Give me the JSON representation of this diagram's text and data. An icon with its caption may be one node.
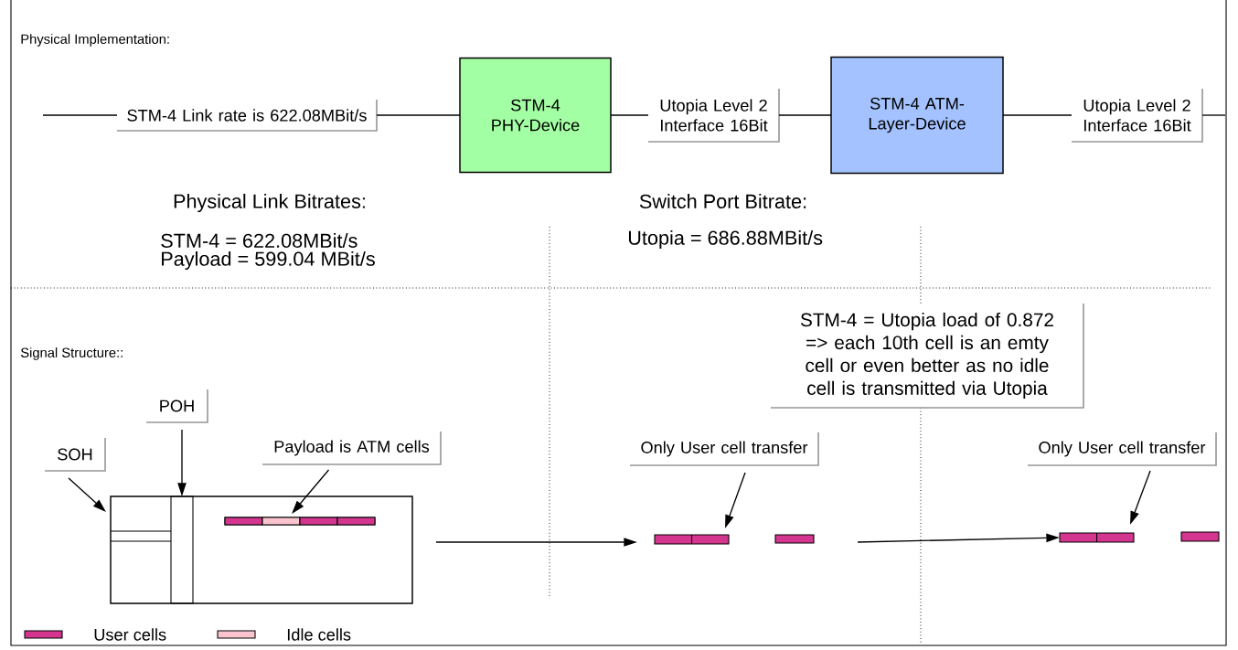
{
  "diagram": {
    "nodes": [
      {
        "text": [
          "STM-4 Link rate is 622.08MBit/s"
        ]
      },
      {
        "text": [
          "STM-4 PHY-Device"
        ]
      },
      {
        "text": [
          "Utopia Level 2 Interface 16Bit"
        ]
      },
      {
        "text": [
          "STM-4 ATM-Layer-Device"
        ]
      },
      {
        "text": [
          "Utopia Level 2 Interface 16Bit"
        ]
      },
      {
        "text": [
          "STM-4 = Utopia load of 0.872 => each 10th cell is an emty cell or even better as no idle cell is transmitted via Utopia"
        ]
      },
      {
        "text": [
          "POH"
        ]
      },
      {
        "text": [
          "SOH"
        ]
      },
      {
        "text": [
          "Payload is ATM cells"
        ]
      },
      {
        "text": [
          "Only User cell transfer"
        ]
      },
      {
        "text": [
          "Only User cell transfer"
        ]
      },
      {
        "text": [],
        "shape": "box"
      },
      {
        "text": [],
        "shape": "bar",
        "in": 11
      },
      {
        "text": [],
        "shape": "bar",
        "in": 11
      },
      {
        "text": [],
        "shape": "bar"
      },
      {
        "text": [],
        "shape": "bar"
      }
    ],
    "edges": [
      {
        "from": null,
        "to": 0,
        "arrow": "none"
      },
      {
        "from": 0,
        "to": 1,
        "arrow": "none"
      },
      {
        "from": 1,
        "to": 2,
        "arrow": "none"
      },
      {
        "from": 2,
        "to": 3,
        "arrow": "none"
      },
      {
        "from": 3,
        "to": 4,
        "arrow": "none"
      },
      {
        "from": 4,
        "to": null,
        "arrow": "none"
      },
      {
        "from": 6,
        "to": 12,
        "arrow": "to"
      },
      {
        "from": 7,
        "to": 11,
        "arrow": "to"
      },
      {
        "from": 8,
        "to": 13,
        "arrow": "to"
      },
      {
        "from": 11,
        "to": 14,
        "arrow": "to"
      },
      {
        "from": 9,
        "to": 14,
        "arrow": "to"
      },
      {
        "from": null,
        "to": 15,
        "arrow": "to"
      },
      {
        "from": 10,
        "to": 15,
        "arrow": "to"
      }
    ],
    "labels": [
      "Physical Implementation:",
      "Physical Link Bitrates:",
      "STM-4 = 622.08MBit/s",
      "Payload = 599.04 MBit/s",
      "Switch Port Bitrate:",
      "Utopia = 686.88MBit/s",
      "Signal Structure::"
    ],
    "legend": [
      {
        "text": "User cells",
        "color": "#d4358e"
      },
      {
        "text": "Idle cells",
        "color": "#fbc4cf"
      }
    ]
  }
}
